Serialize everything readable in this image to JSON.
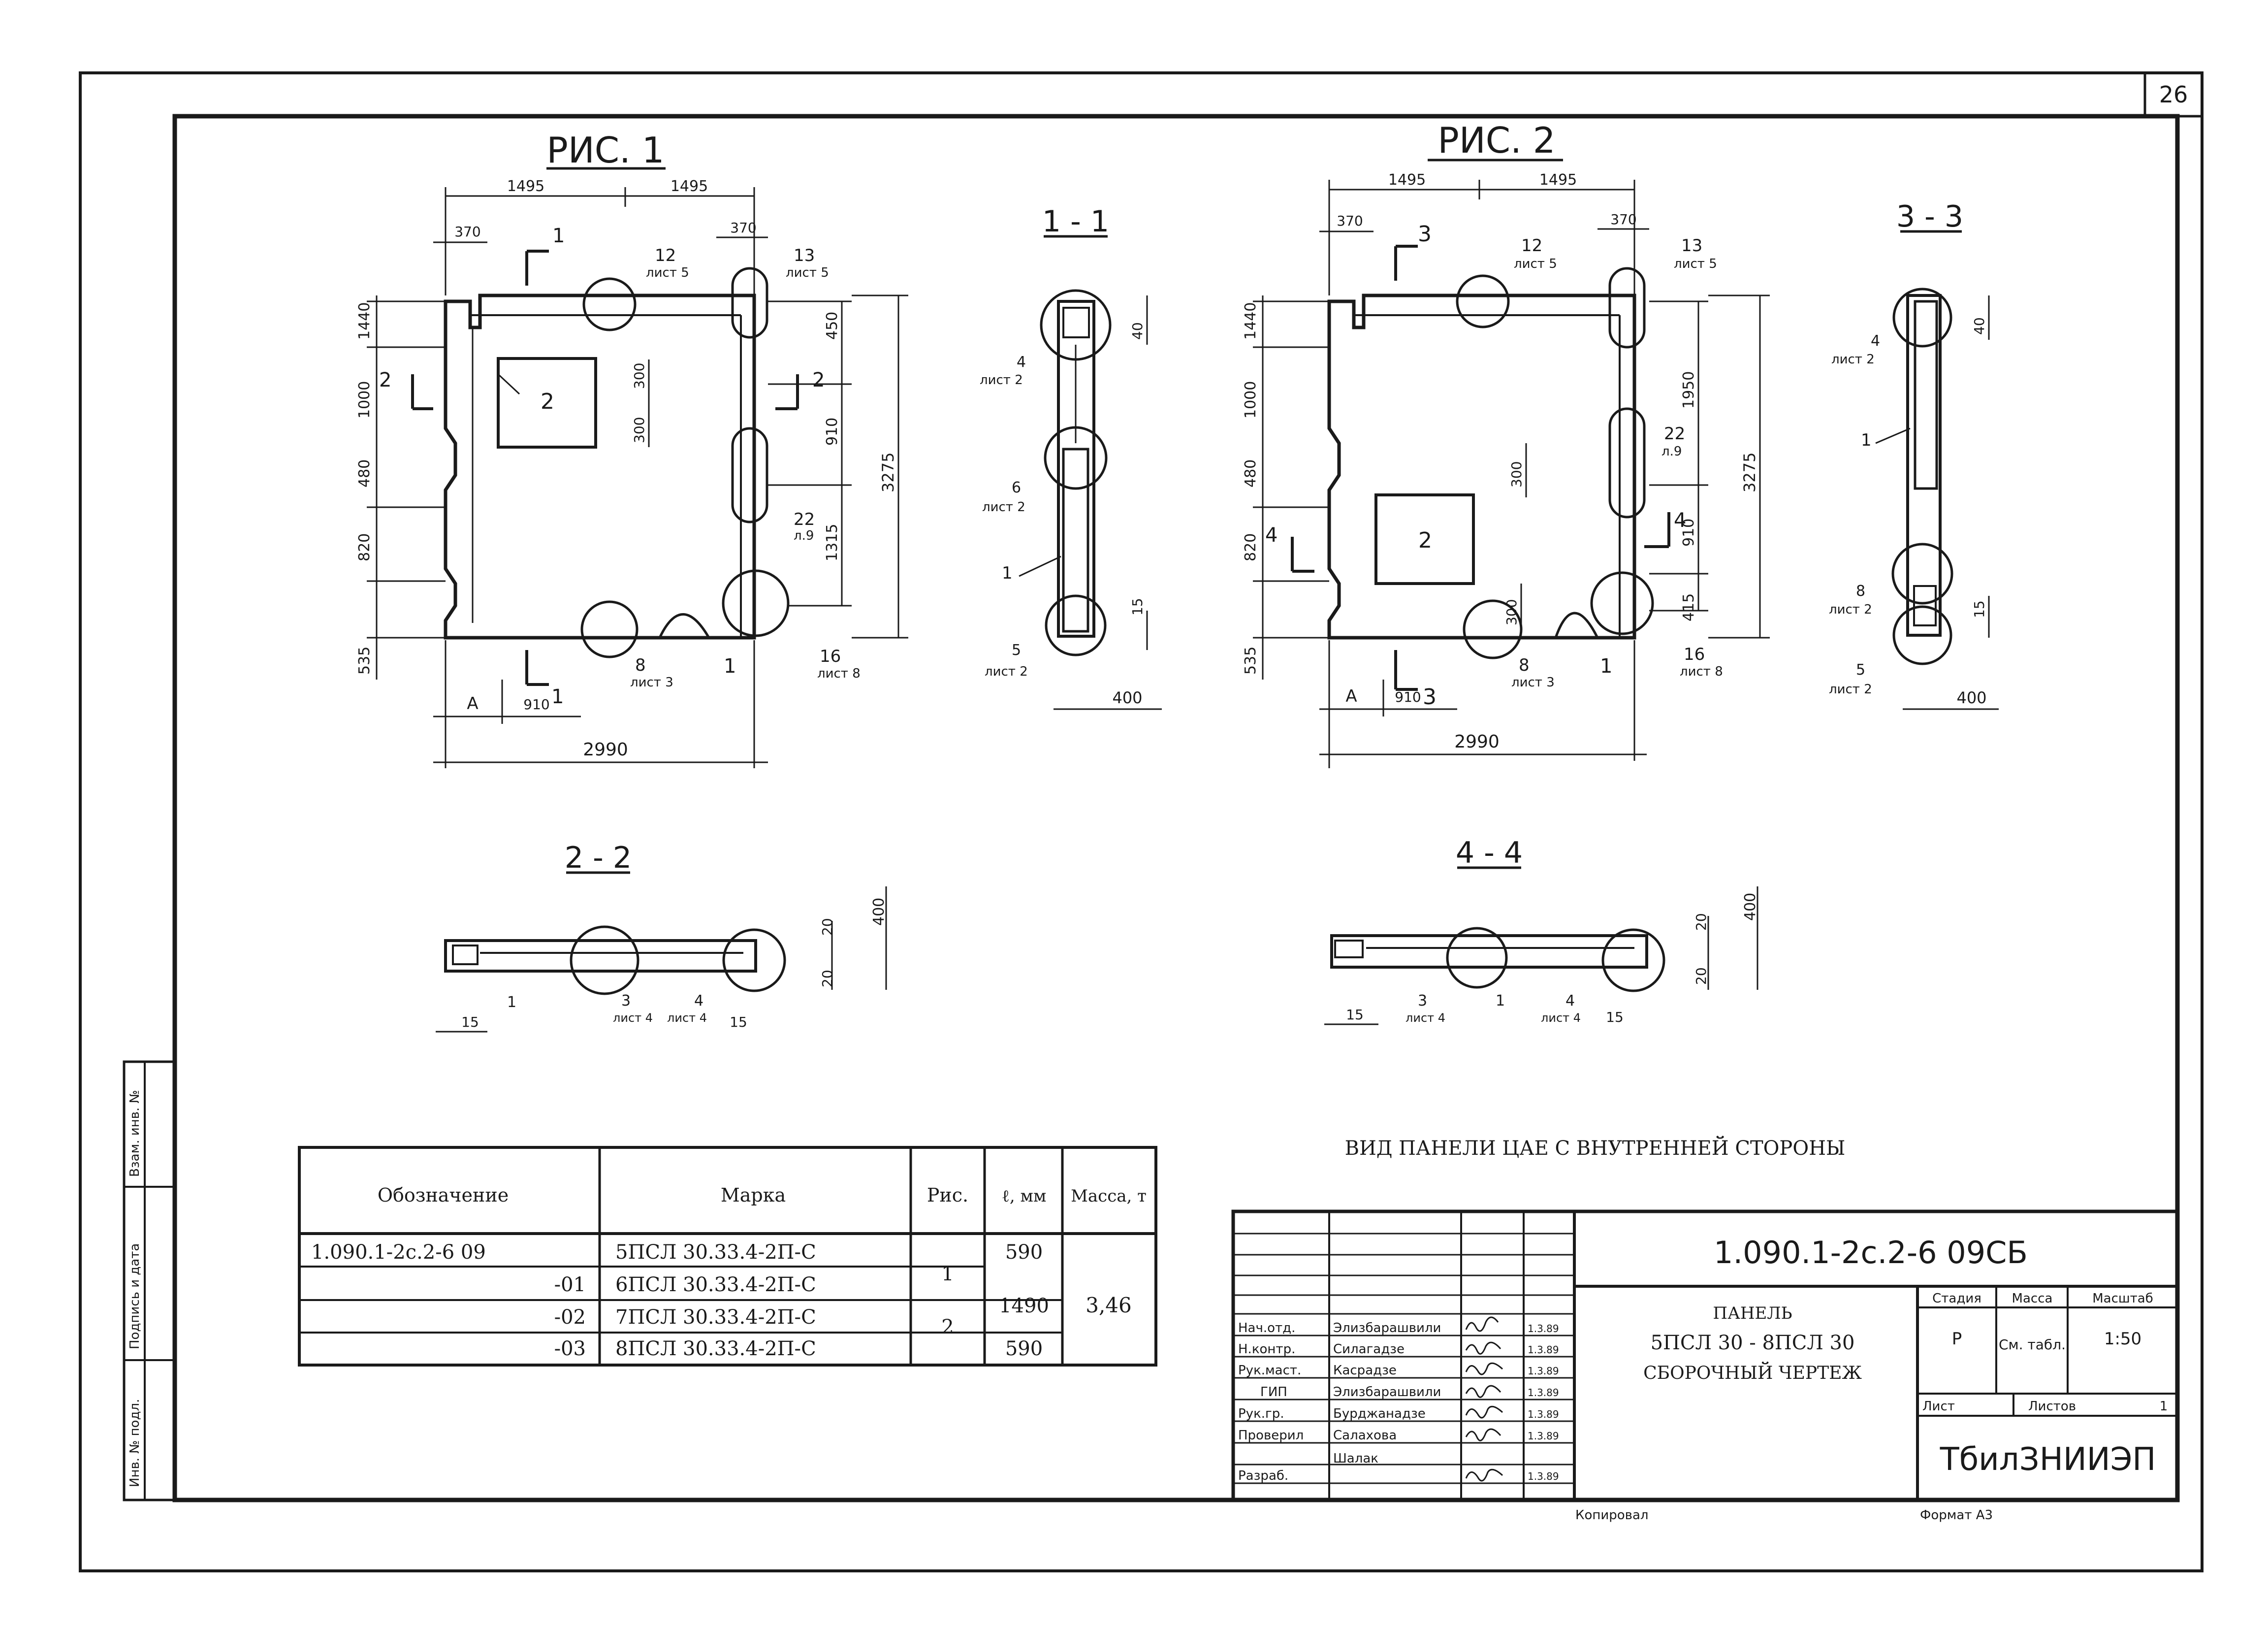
{
  "sheet": {
    "page_number": "26"
  },
  "fig1": {
    "title": "РИС. 1",
    "dims_top": [
      "1495",
      "1495"
    ],
    "dim_370_left": "370",
    "dim_370_right": "370",
    "dims_left": [
      "1440",
      "1000",
      "480",
      "820",
      "535"
    ],
    "dims_right": [
      "450",
      "910",
      "1315"
    ],
    "dim_overall_height": "3275",
    "dims_inner": [
      "300",
      "300"
    ],
    "dim_bottom_a": "A",
    "dim_bottom_910": "910",
    "dim_overall_width": "2990",
    "section_marks": [
      "1",
      "1",
      "2",
      "2"
    ],
    "callouts": [
      {
        "num": "12",
        "sheet": "лист 5"
      },
      {
        "num": "13",
        "sheet": "лист 5"
      },
      {
        "num": "22",
        "sheet": "л.9"
      },
      {
        "num": "8",
        "sheet": "лист 3"
      },
      {
        "num": "16",
        "sheet": "лист 8"
      }
    ],
    "pos_window": "2",
    "pos_panel": "1"
  },
  "fig2": {
    "title": "РИС. 2",
    "dims_top": [
      "1495",
      "1495"
    ],
    "dim_370_left": "370",
    "dim_370_right": "370",
    "dims_left": [
      "1440",
      "1000",
      "480",
      "820",
      "535"
    ],
    "dims_right": [
      "1950",
      "910",
      "415"
    ],
    "dim_overall_height": "3275",
    "dims_inner": [
      "300",
      "300"
    ],
    "dim_bottom_a": "A",
    "dim_bottom_910": "910",
    "dim_overall_width": "2990",
    "section_marks": [
      "3",
      "3",
      "4",
      "4"
    ],
    "callouts": [
      {
        "num": "12",
        "sheet": "лист 5"
      },
      {
        "num": "13",
        "sheet": "лист 5"
      },
      {
        "num": "22",
        "sheet": "л.9"
      },
      {
        "num": "8",
        "sheet": "лист 3"
      },
      {
        "num": "16",
        "sheet": "лист 8"
      }
    ],
    "pos_window": "2",
    "pos_panel": "1"
  },
  "sec11": {
    "title": "1 - 1",
    "callouts": [
      {
        "num": "4",
        "sheet": "лист 2"
      },
      {
        "num": "6",
        "sheet": "лист 2"
      },
      {
        "num": "5",
        "sheet": "лист 2"
      }
    ],
    "pos": "1",
    "dim_top": "40",
    "dim_bottom": "15",
    "dim_width": "400"
  },
  "sec33": {
    "title": "3 - 3",
    "callouts": [
      {
        "num": "4",
        "sheet": "лист 2"
      },
      {
        "num": "8",
        "sheet": "лист 2"
      },
      {
        "num": "5",
        "sheet": "лист 2"
      }
    ],
    "pos": "1",
    "dim_top": "40",
    "dim_bottom": "15",
    "dim_width": "400"
  },
  "sec22": {
    "title": "2 - 2",
    "callouts": [
      {
        "num": "3",
        "sheet": "лист 4"
      },
      {
        "num": "4",
        "sheet": "лист 4"
      }
    ],
    "pos": "1",
    "dims": [
      "20",
      "400",
      "20"
    ],
    "dim_left": "15",
    "dim_right": "15"
  },
  "sec44": {
    "title": "4 - 4",
    "callouts": [
      {
        "num": "3",
        "sheet": "лист 4"
      },
      {
        "num": "4",
        "sheet": "лист 4"
      }
    ],
    "pos": "1",
    "dims": [
      "20",
      "400",
      "20"
    ],
    "dim_left": "15",
    "dim_right": "15"
  },
  "view_caption": "ВИД ПАНЕЛИ ЦАЕ С ВНУТРЕННЕЙ СТОРОНЫ",
  "spec_table": {
    "headers": [
      "Обозначение",
      "Марка",
      "Рис.",
      "ℓ, мм",
      "Масса, т"
    ],
    "rows": [
      {
        "code": "1.090.1-2с.2-6 09",
        "mark": "5ПСЛ 30.33.4-2П-С",
        "fig": "1",
        "len": "590",
        "mass": "3,46"
      },
      {
        "code": "-01",
        "mark": "6ПСЛ 30.33.4-2П-С",
        "fig": "",
        "len": "",
        "mass": ""
      },
      {
        "code": "-02",
        "mark": "7ПСЛ 30.33.4-2П-С",
        "fig": "2",
        "len": "1490",
        "mass": ""
      },
      {
        "code": "-03",
        "mark": "8ПСЛ 30.33.4-2П-С",
        "fig": "",
        "len": "590",
        "mass": ""
      }
    ]
  },
  "side_stamp": {
    "labels": [
      "Инв. № подл.",
      "Подпись и дата",
      "Взам. инв. №"
    ]
  },
  "title_block": {
    "doc_code": "1.090.1-2с.2-6 09СБ",
    "name_lines": [
      "ПАНЕЛЬ",
      "5ПСЛ 30 - 8ПСЛ 30",
      "СБОРОЧНЫЙ ЧЕРТЕЖ"
    ],
    "stage_header": "Стадия",
    "mass_header": "Масса",
    "scale_header": "Масштаб",
    "stage": "Р",
    "mass": "См. табл.",
    "scale": "1:50",
    "sheet_label": "Лист",
    "sheets_label": "Листов",
    "sheets": "1",
    "org": "ТбилЗНИИЭП",
    "roles": [
      {
        "role": "Нач.отд.",
        "name": "Элизбарашвили",
        "date": "1.3.89"
      },
      {
        "role": "Н.контр.",
        "name": "Силагадзе",
        "date": "1.3.89"
      },
      {
        "role": "Рук.маст.",
        "name": "Касрадзе",
        "date": "1.3.89"
      },
      {
        "role": "ГИП",
        "name": "Элизбарашвили",
        "date": "1.3.89"
      },
      {
        "role": "Рук.гр.",
        "name": "Бурджанадзе",
        "date": "1.3.89"
      },
      {
        "role": "Проверил",
        "name": "Салахова",
        "date": "1.3.89"
      },
      {
        "role": "Разраб.",
        "name": "Шалак",
        "date": "1.3.89"
      }
    ]
  },
  "footer": {
    "copied": "Копировал",
    "format": "Формат А3"
  }
}
